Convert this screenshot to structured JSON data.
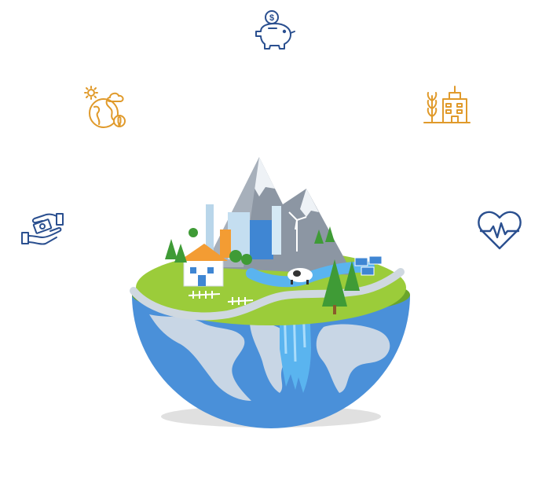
{
  "illustration": {
    "subject": "",
    "icons": [
      {
        "id": "piggy",
        "icon": "piggy-bank-dollar-icon",
        "color": "#2a4f8f"
      },
      {
        "id": "climate",
        "icon": "climate-globe-icon",
        "color": "#e09a2b"
      },
      {
        "id": "industry",
        "icon": "factory-agriculture-icon",
        "color": "#e09a2b"
      },
      {
        "id": "handshake",
        "icon": "handshake-money-icon",
        "color": "#2a4f8f"
      },
      {
        "id": "heart",
        "icon": "heart-pulse-icon",
        "color": "#2a4f8f"
      }
    ],
    "colors": {
      "ocean": "#4a90d9",
      "land": "#c8d6e5",
      "grass": "#9bcc3a",
      "grass_dark": "#6aa52b",
      "mountain": "#8c96a3",
      "snow": "#eef2f6",
      "water": "#5ab4ef",
      "tree": "#3f9b36",
      "road": "#cfd8e0"
    }
  }
}
